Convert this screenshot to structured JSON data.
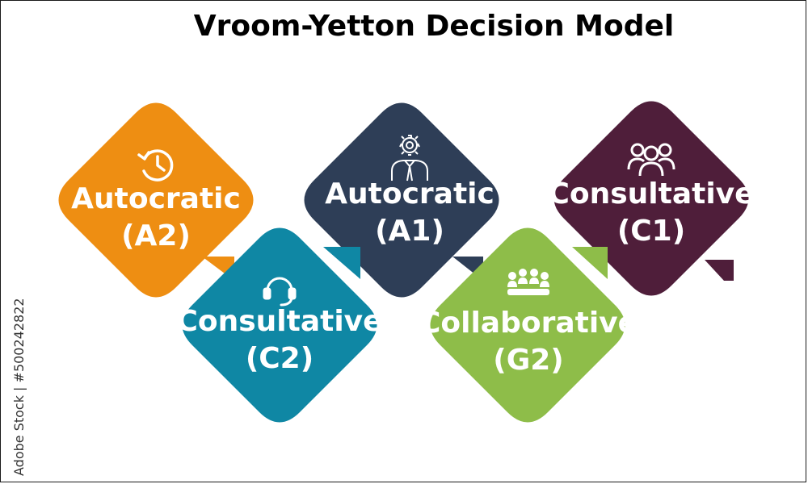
{
  "title": "Vroom-Yetton Decision Model",
  "watermark": "Adobe Stock | #500242822",
  "colors": {
    "a2": "#EE8E12",
    "c2": "#0F87A4",
    "a1": "#2E3E57",
    "g2": "#8EBD49",
    "c1": "#4F1E3A"
  },
  "items": [
    {
      "name": "Autocratic",
      "code": "(A2)",
      "icon": "clock-history-icon"
    },
    {
      "name": "Consultative",
      "code": "(C2)",
      "icon": "headset-icon"
    },
    {
      "name": "Autocratic",
      "code": "(A1)",
      "icon": "gear-person-icon"
    },
    {
      "name": "Collaborative",
      "code": "(G2)",
      "icon": "team-meeting-icon"
    },
    {
      "name": "Consultative",
      "code": "(C1)",
      "icon": "group-people-icon"
    }
  ]
}
